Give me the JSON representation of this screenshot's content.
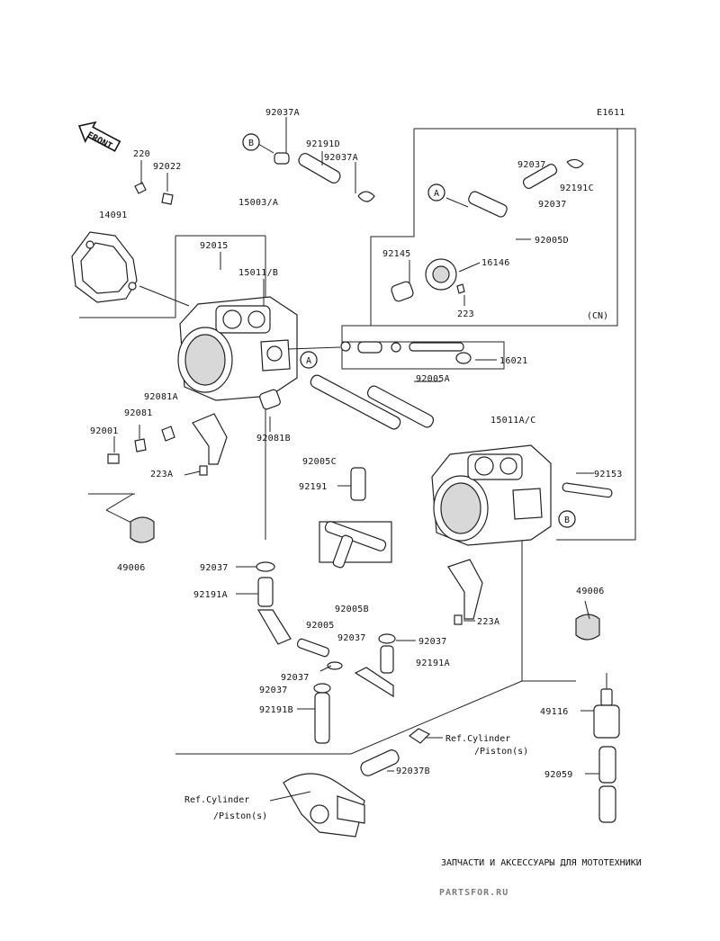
{
  "diagram_id": "E1611",
  "front_label": "FRONT",
  "variant_label": "(CN)",
  "callouts": {
    "a": "A",
    "b": "B"
  },
  "parts": {
    "p92037A": "92037A",
    "p92191D": "92191D",
    "p92037A_2": "92037A",
    "p220": "220",
    "p92022": "92022",
    "p14091": "14091",
    "p15003A": "15003/A",
    "p92015": "92015",
    "p15011B": "15011/B",
    "p92037_cn1": "92037",
    "p92191C": "92191C",
    "p92037_cn2": "92037",
    "p92005D": "92005D",
    "p92145": "92145",
    "p16146": "16146",
    "p223": "223",
    "p16021": "16021",
    "p92005A": "92005A",
    "p92081A": "92081A",
    "p92081": "92081",
    "p92001": "92001",
    "p92081B": "92081B",
    "p15011AC": "15011A/C",
    "p92005C": "92005C",
    "p223A": "223A",
    "p92153": "92153",
    "p92191": "92191",
    "p49006_l": "49006",
    "p92037_l": "92037",
    "p223A_2": "223A",
    "p49006_r": "49006",
    "p92191A_l": "92191A",
    "p92005B": "92005B",
    "p92005": "92005",
    "p92037_m": "92037",
    "p92037_r": "92037",
    "p92037_m2": "92037",
    "p92037_m3": "92037",
    "p92191A_r": "92191A",
    "p92191B": "92191B",
    "p49116": "49116",
    "p92037B": "92037B",
    "p92059": "92059"
  },
  "refs": {
    "ref1_line1": "Ref.Cylinder",
    "ref1_line2": "/Piston(s)",
    "ref2_line1": "Ref.Cylinder",
    "ref2_line2": "/Piston(s)"
  },
  "watermark": {
    "subtitle": "ЗАПЧАСТИ И АКСЕССУАРЫ ДЛЯ МОТОТЕХНИКИ",
    "brand": "PARTSFOR.RU"
  }
}
